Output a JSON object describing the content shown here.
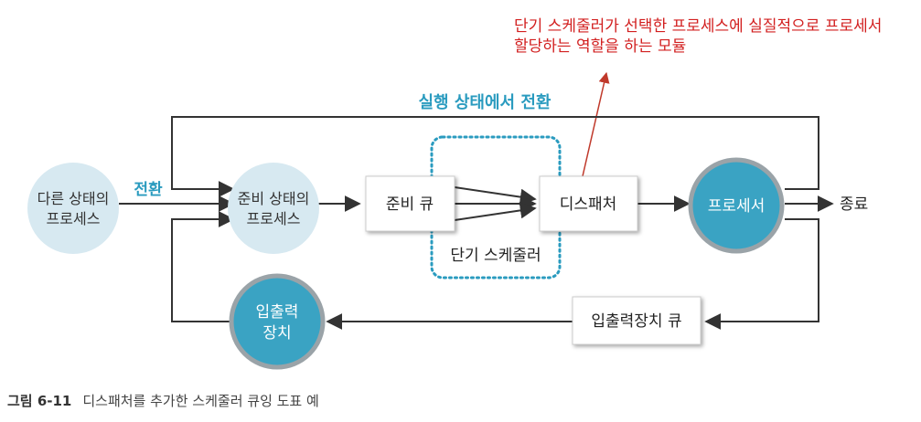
{
  "annotation": {
    "line1": "단기 스케줄러가 선택한 프로세스에 실질적으로 프로세서",
    "line2": "할당하는 역할을 하는 모듈"
  },
  "diagram": {
    "top_loop_label": "실행 상태에서 전환",
    "transition_label": "전환",
    "other_state": {
      "line1": "다른 상태의",
      "line2": "프로세스"
    },
    "ready_state": {
      "line1": "준비 상태의",
      "line2": "프로세스"
    },
    "ready_queue": "준비 큐",
    "dispatcher": "디스패처",
    "processor": "프로세서",
    "end": "종료",
    "short_term_scheduler": "단기 스케줄러",
    "io_device": {
      "line1": "입출력",
      "line2": "장치"
    },
    "io_queue": "입출력장치 큐"
  },
  "caption": {
    "figure": "그림 6-11",
    "text": "디스패처를 추가한 스케줄러 큐잉 도표 예"
  },
  "colors": {
    "light_circle": "#d7e9f1",
    "teal_circle": "#3aa3c3",
    "teal_ring": "#9aa3a8",
    "accent_text": "#2a9bbf",
    "annotation_red": "#d21f1f",
    "dotted_box": "#2a9bbf"
  }
}
